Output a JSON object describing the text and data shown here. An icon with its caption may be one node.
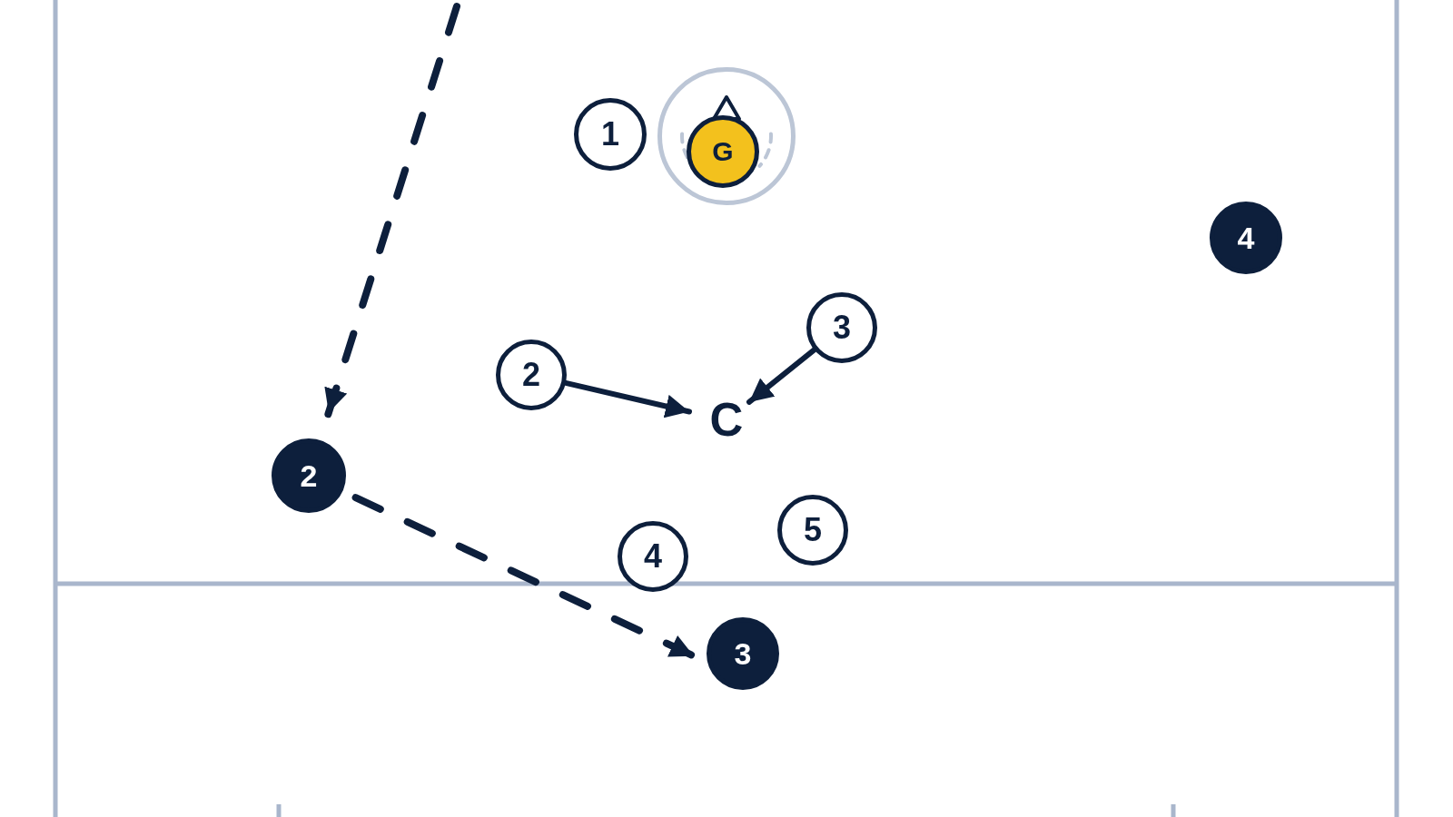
{
  "diagram": {
    "nodes": [
      {
        "text": [
          "1"
        ]
      },
      {
        "text": [],
        "shape": "circle"
      },
      {
        "text": [
          "G"
        ],
        "in": 1
      },
      {
        "text": [
          "4"
        ]
      },
      {
        "text": [
          "3"
        ]
      },
      {
        "text": [
          "2"
        ]
      },
      {
        "text": [
          "C"
        ]
      },
      {
        "text": [
          "2"
        ]
      },
      {
        "text": [
          "5"
        ]
      },
      {
        "text": [
          "4"
        ]
      },
      {
        "text": [
          "3"
        ]
      }
    ],
    "edges": [
      {
        "from": null,
        "to": 7,
        "arrow": "to",
        "style": "dashed"
      },
      {
        "from": 7,
        "to": 10,
        "arrow": "to",
        "style": "dashed"
      },
      {
        "from": 5,
        "to": 6,
        "arrow": "to"
      },
      {
        "from": 4,
        "to": 6,
        "arrow": "to"
      }
    ]
  }
}
